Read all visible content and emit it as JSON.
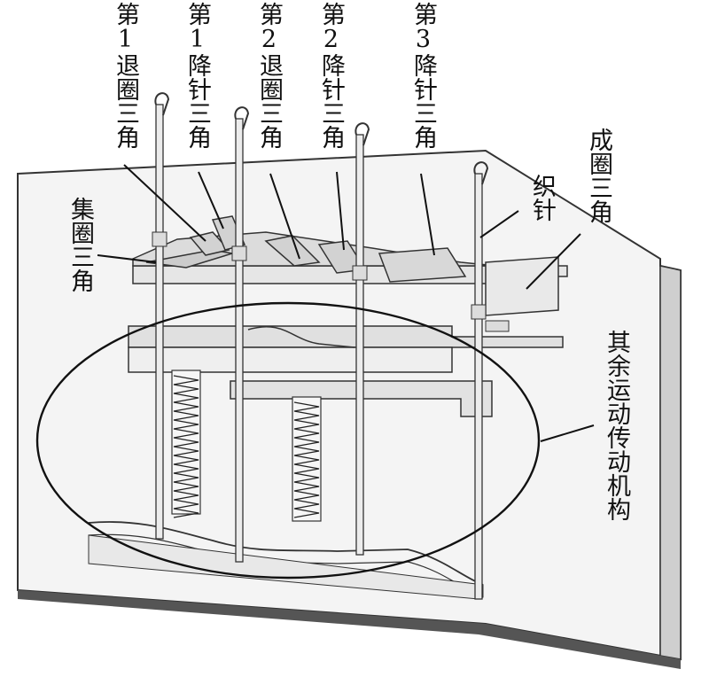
{
  "labels": {
    "c1_retract": "第1退圈三角",
    "c1_lower": "第1降针三角",
    "c2_retract": "第2退圈三角",
    "c2_lower": "第2降针三角",
    "c3_lower": "第3降针三角",
    "gather": "集圈三角",
    "needle": "织针",
    "form": "成圈三角",
    "other": "其余运动传动机构"
  },
  "colors": {
    "ink": "#111111",
    "plate": "#f2f2f2",
    "shade": "#d9d9d9",
    "dark": "#b0b0b0"
  }
}
